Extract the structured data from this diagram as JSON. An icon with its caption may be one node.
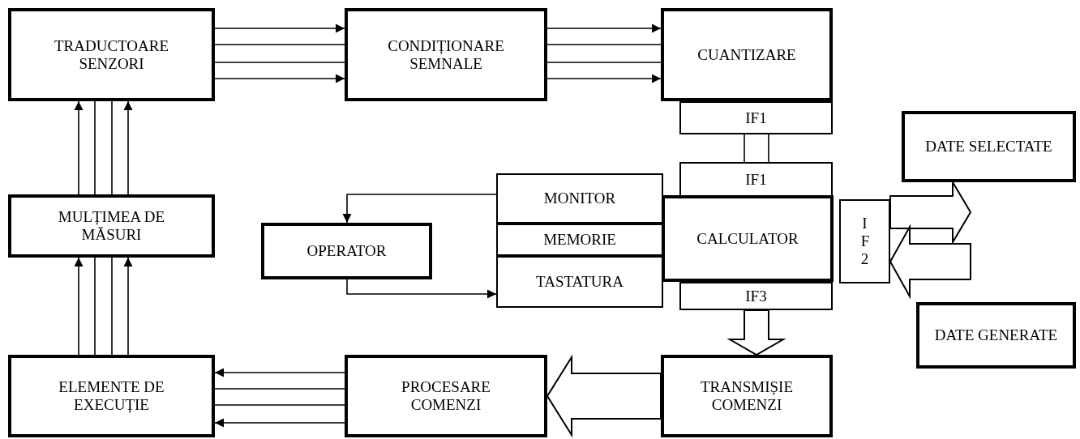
{
  "diagram": {
    "nodes": [
      {
        "text": [
          "TRADUCTOARE SENZORI"
        ]
      },
      {
        "text": [
          "CONDIȚIONARE SEMNALE"
        ]
      },
      {
        "text": [
          "CUANTIZARE"
        ]
      },
      {
        "text": [
          "IF1"
        ]
      },
      {
        "text": [
          "IF1"
        ]
      },
      {
        "text": [
          "MONITOR"
        ]
      },
      {
        "text": [
          "MEMORIE"
        ]
      },
      {
        "text": [
          "TASTATURA"
        ]
      },
      {
        "text": [
          "CALCULATOR"
        ]
      },
      {
        "text": [
          "IF3"
        ]
      },
      {
        "text": [
          "I F 2"
        ]
      },
      {
        "text": [
          "DATE SELECTATE"
        ]
      },
      {
        "text": [
          "DATE GENERATE"
        ]
      },
      {
        "text": [
          "MULȚIMEA DE MĂSURI"
        ]
      },
      {
        "text": [
          "OPERATOR"
        ]
      },
      {
        "text": [
          "ELEMENTE DE EXECUȚIE"
        ]
      },
      {
        "text": [
          "PROCESARE COMENZI"
        ]
      },
      {
        "text": [
          "TRANSMIȘIE COMENZI"
        ]
      }
    ],
    "edges": [
      {
        "from": 0,
        "to": 1,
        "arrow": "to"
      },
      {
        "from": 0,
        "to": 1,
        "arrow": "none"
      },
      {
        "from": 0,
        "to": 1,
        "arrow": "none"
      },
      {
        "from": 0,
        "to": 1,
        "arrow": "to"
      },
      {
        "from": 1,
        "to": 2,
        "arrow": "to"
      },
      {
        "from": 1,
        "to": 2,
        "arrow": "none"
      },
      {
        "from": 1,
        "to": 2,
        "arrow": "none"
      },
      {
        "from": 1,
        "to": 2,
        "arrow": "to"
      },
      {
        "from": 13,
        "to": 0,
        "arrow": "to"
      },
      {
        "from": 13,
        "to": 0,
        "arrow": "none"
      },
      {
        "from": 13,
        "to": 0,
        "arrow": "none"
      },
      {
        "from": 13,
        "to": 0,
        "arrow": "to"
      },
      {
        "from": 15,
        "to": 13,
        "arrow": "to"
      },
      {
        "from": 15,
        "to": 13,
        "arrow": "none"
      },
      {
        "from": 15,
        "to": 13,
        "arrow": "none"
      },
      {
        "from": 15,
        "to": 13,
        "arrow": "to"
      },
      {
        "from": 16,
        "to": 15,
        "arrow": "to"
      },
      {
        "from": 16,
        "to": 15,
        "arrow": "none"
      },
      {
        "from": 16,
        "to": 15,
        "arrow": "none"
      },
      {
        "from": 16,
        "to": 15,
        "arrow": "to"
      },
      {
        "from": 3,
        "to": 4,
        "arrow": "none"
      },
      {
        "from": 3,
        "to": 4,
        "arrow": "none"
      },
      {
        "from": 5,
        "to": 14,
        "arrow": "to"
      },
      {
        "from": 14,
        "to": 7,
        "arrow": "to"
      },
      {
        "from": 9,
        "to": 17,
        "arrow": "to",
        "style": "thick"
      },
      {
        "from": 17,
        "to": 16,
        "arrow": "to",
        "style": "thick"
      },
      {
        "from": 10,
        "to": 11,
        "arrow": "to",
        "style": "thick"
      },
      {
        "from": 12,
        "to": 10,
        "arrow": "to",
        "style": "thick"
      }
    ]
  }
}
